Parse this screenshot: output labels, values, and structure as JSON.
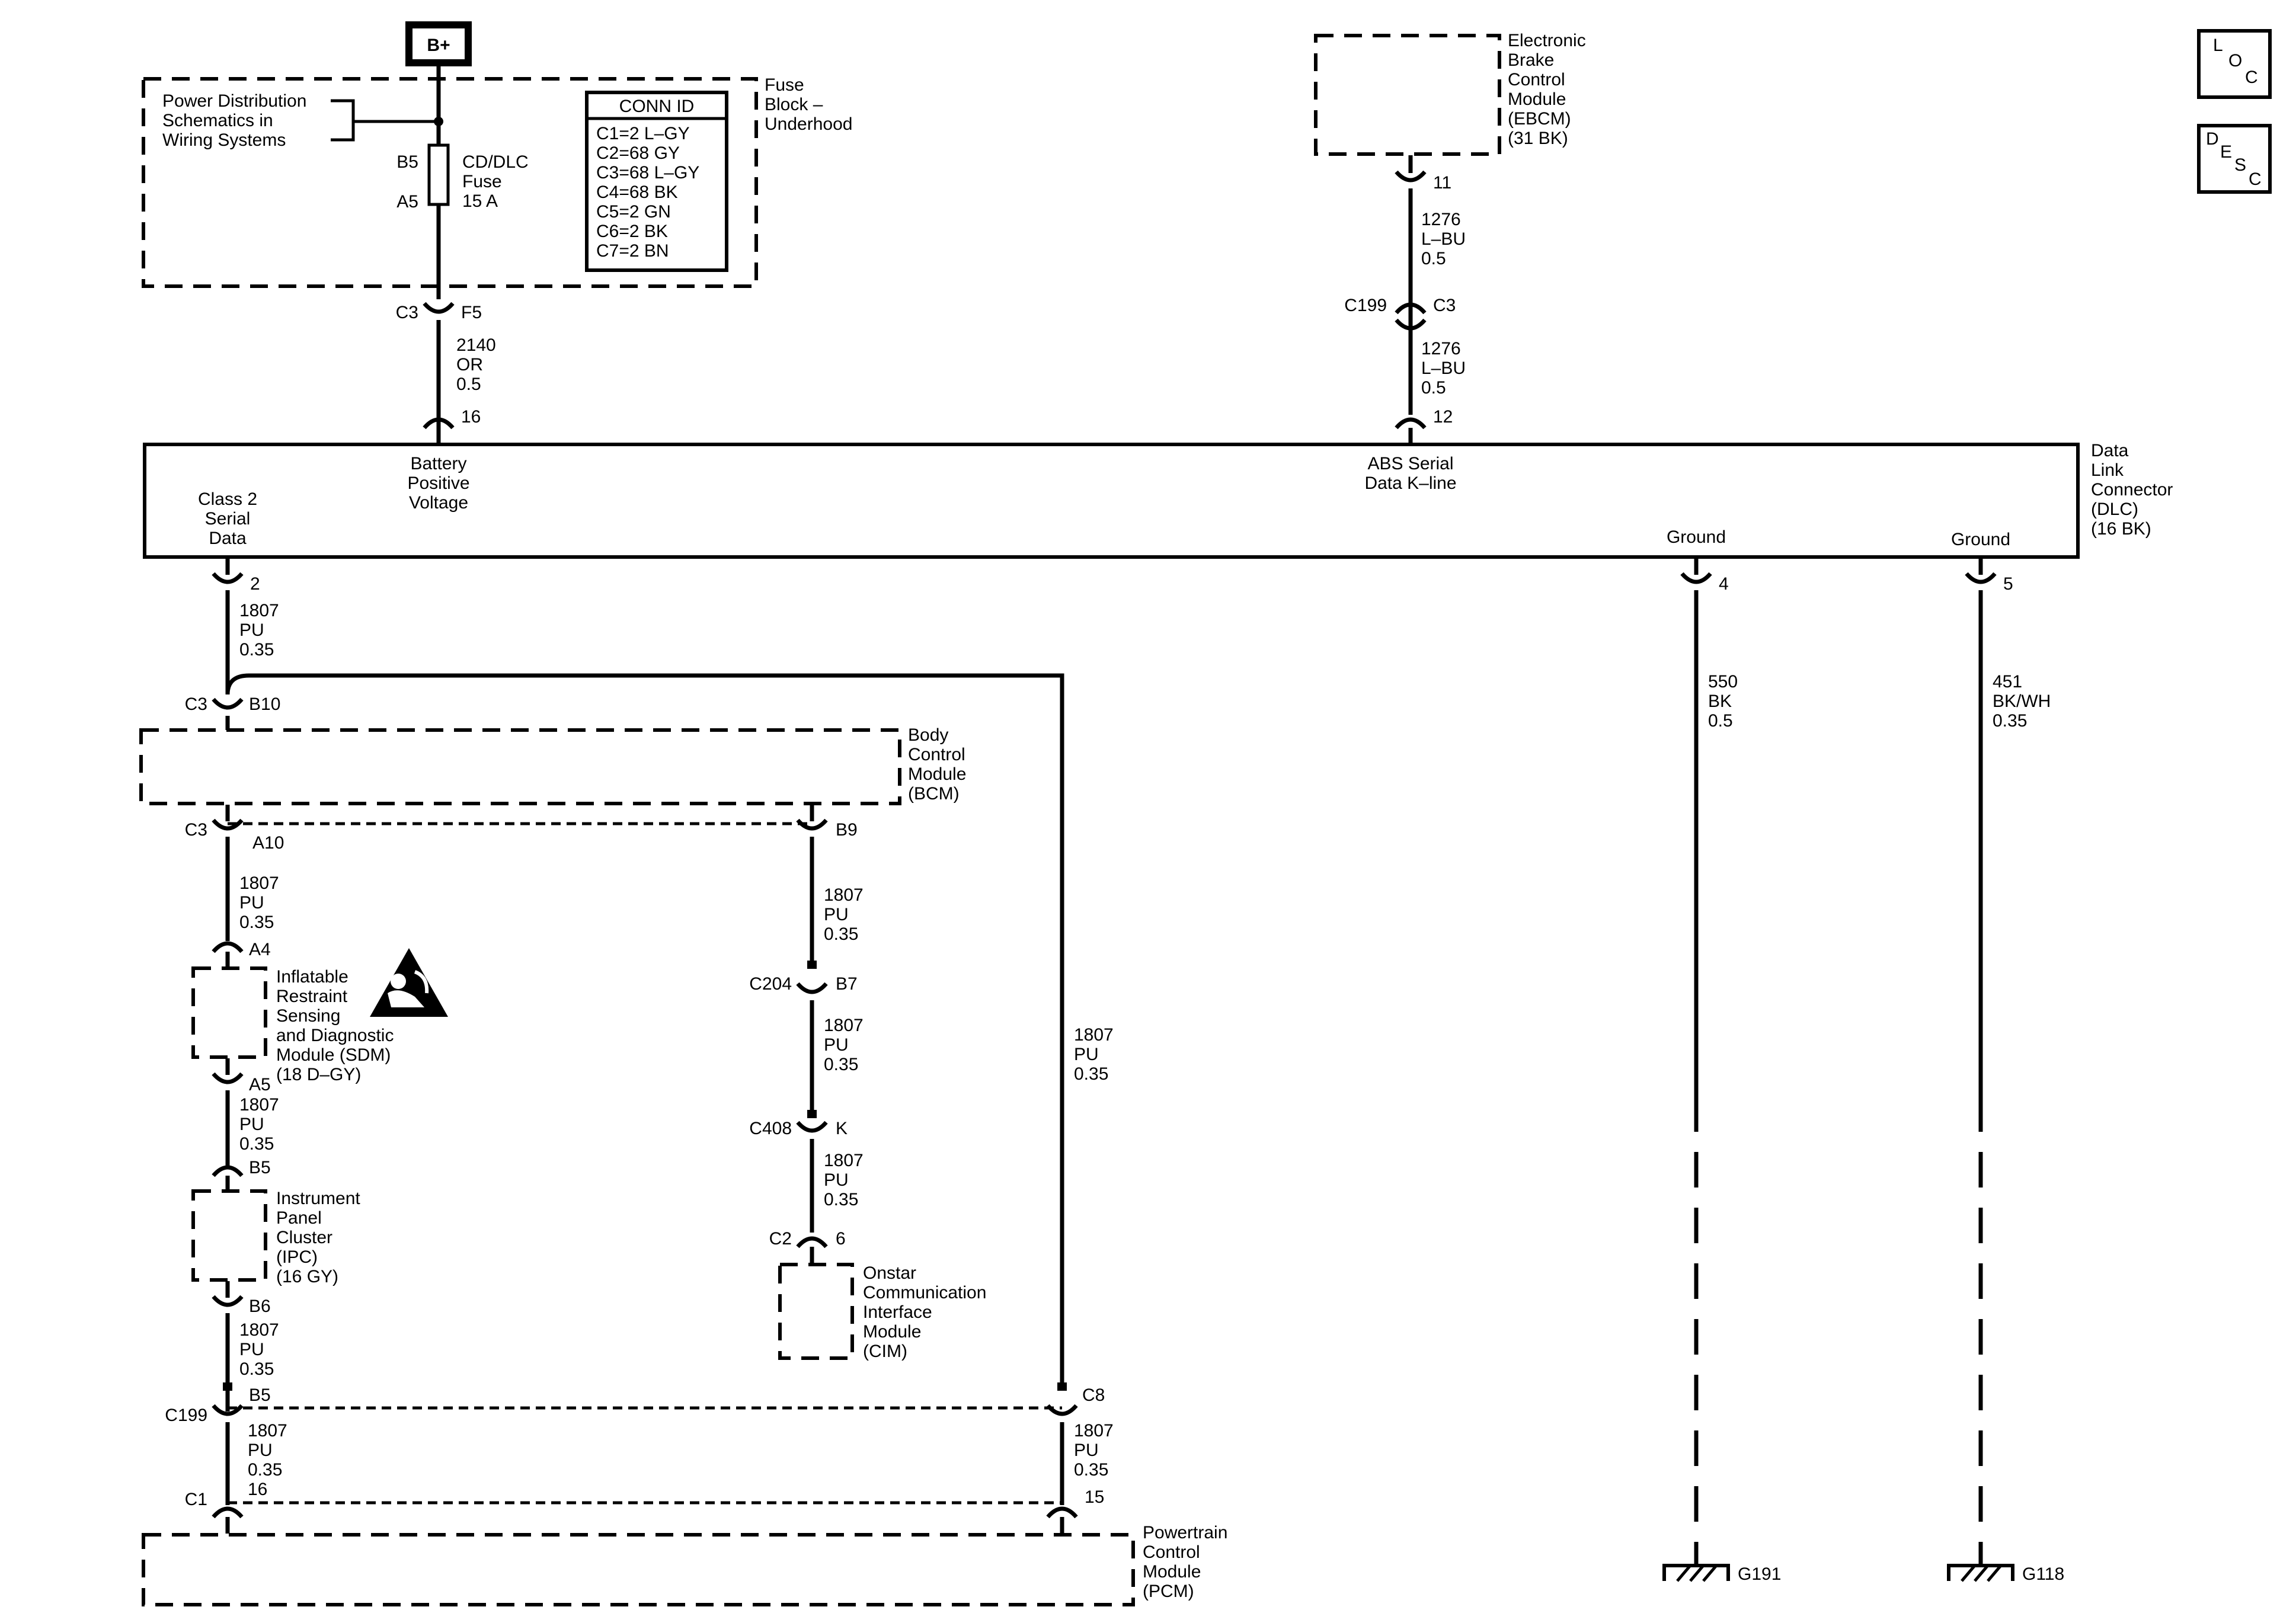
{
  "supply": {
    "label": "B+"
  },
  "fuse_block": {
    "name_lines": [
      "Fuse",
      "Block –",
      "Underhood"
    ],
    "ref_lines": [
      "Power Distribution",
      "Schematics in",
      "Wiring Systems"
    ],
    "fuse_pin_top": "B5",
    "fuse_pin_bottom": "A5",
    "fuse_label_lines": [
      "CD/DLC",
      "Fuse",
      "15 A"
    ],
    "conn_id": {
      "title": "CONN ID",
      "rows": [
        "C1=2 L–GY",
        "C2=68 GY",
        "C3=68 L–GY",
        "C4=68 BK",
        "C5=2 GN",
        "C6=2 BK",
        "C7=2 BN"
      ]
    }
  },
  "ebcm": {
    "name_lines": [
      "Electronic",
      "Brake",
      "Control",
      "Module",
      "(EBCM)",
      "(31 BK)"
    ]
  },
  "dlc": {
    "name_lines": [
      "Data",
      "Link",
      "Connector",
      "(DLC)",
      "(16 BK)"
    ],
    "pins": {
      "class2": {
        "label_lines": [
          "Class 2",
          "Serial",
          "Data"
        ],
        "pin": "2"
      },
      "battery": {
        "label_lines": [
          "Battery",
          "Positive",
          "Voltage"
        ],
        "pin": "16"
      },
      "abs": {
        "label_lines": [
          "ABS Serial",
          "Data K–line"
        ],
        "pin": "12"
      },
      "ground4": {
        "label": "Ground",
        "pin": "4"
      },
      "ground5": {
        "label": "Ground",
        "pin": "5"
      }
    }
  },
  "bcm": {
    "name_lines": [
      "Body",
      "Control",
      "Module",
      "(BCM)"
    ]
  },
  "sdm": {
    "name_lines": [
      "Inflatable",
      "Restraint",
      "Sensing",
      "and Diagnostic",
      "Module (SDM)",
      "(18 D–GY)"
    ]
  },
  "ipc": {
    "name_lines": [
      "Instrument",
      "Panel",
      "Cluster",
      "(IPC)",
      "(16 GY)"
    ]
  },
  "cim": {
    "name_lines": [
      "Onstar",
      "Communication",
      "Interface",
      "Module",
      "(CIM)"
    ]
  },
  "pcm": {
    "name_lines": [
      "Powertrain",
      "Control",
      "Module",
      "(PCM)"
    ]
  },
  "connectors": {
    "fuse_out": {
      "left": "C3",
      "right": "F5"
    },
    "ebcm_pin": "11",
    "c199_abs": {
      "left": "C199",
      "right": "C3"
    },
    "bcm_in": {
      "left": "C3",
      "right": "B10"
    },
    "bcm_out_a": {
      "left": "C3",
      "right": "A10"
    },
    "bcm_out_b": "B9",
    "sdm_in": "A4",
    "sdm_out": "A5",
    "c204": {
      "left": "C204",
      "right": "B7"
    },
    "ipc_in": "B5",
    "c408": {
      "left": "C408",
      "right": "K"
    },
    "ipc_out": "B6",
    "cim_in": {
      "left": "C2",
      "right": "6"
    },
    "c199_b5": {
      "left": "C199",
      "right": "B5"
    },
    "c8": "C8",
    "pcm_a": {
      "left": "C1",
      "right": "16"
    },
    "pcm_b": "15"
  },
  "wires": {
    "w2140": [
      "2140",
      "OR",
      "0.5"
    ],
    "w1276_upper": [
      "1276",
      "L–BU",
      "0.5"
    ],
    "w1276_lower": [
      "1276",
      "L–BU",
      "0.5"
    ],
    "w1807_dlc": [
      "1807",
      "PU",
      "0.35"
    ],
    "w1807_sdm_in": [
      "1807",
      "PU",
      "0.35"
    ],
    "w1807_sdm_ipc": [
      "1807",
      "PU",
      "0.35"
    ],
    "w1807_ipc_c199": [
      "1807",
      "PU",
      "0.35"
    ],
    "w1807_c199_pcm": [
      "1807",
      "PU",
      "0.35"
    ],
    "w1807_b9": [
      "1807",
      "PU",
      "0.35"
    ],
    "w1807_c204": [
      "1807",
      "PU",
      "0.35"
    ],
    "w1807_c408": [
      "1807",
      "PU",
      "0.35"
    ],
    "w1807_long": [
      "1807",
      "PU",
      "0.35"
    ],
    "w1807_c8": [
      "1807",
      "PU",
      "0.35"
    ],
    "w550": [
      "550",
      "BK",
      "0.5"
    ],
    "w451": [
      "451",
      "BK/WH",
      "0.35"
    ]
  },
  "grounds": {
    "g191": "G191",
    "g118": "G118"
  },
  "icons": {
    "loc": [
      "L",
      "O",
      "C"
    ],
    "desc": [
      "D",
      "E",
      "S",
      "C"
    ],
    "airbag": "airbag-warning-icon"
  }
}
